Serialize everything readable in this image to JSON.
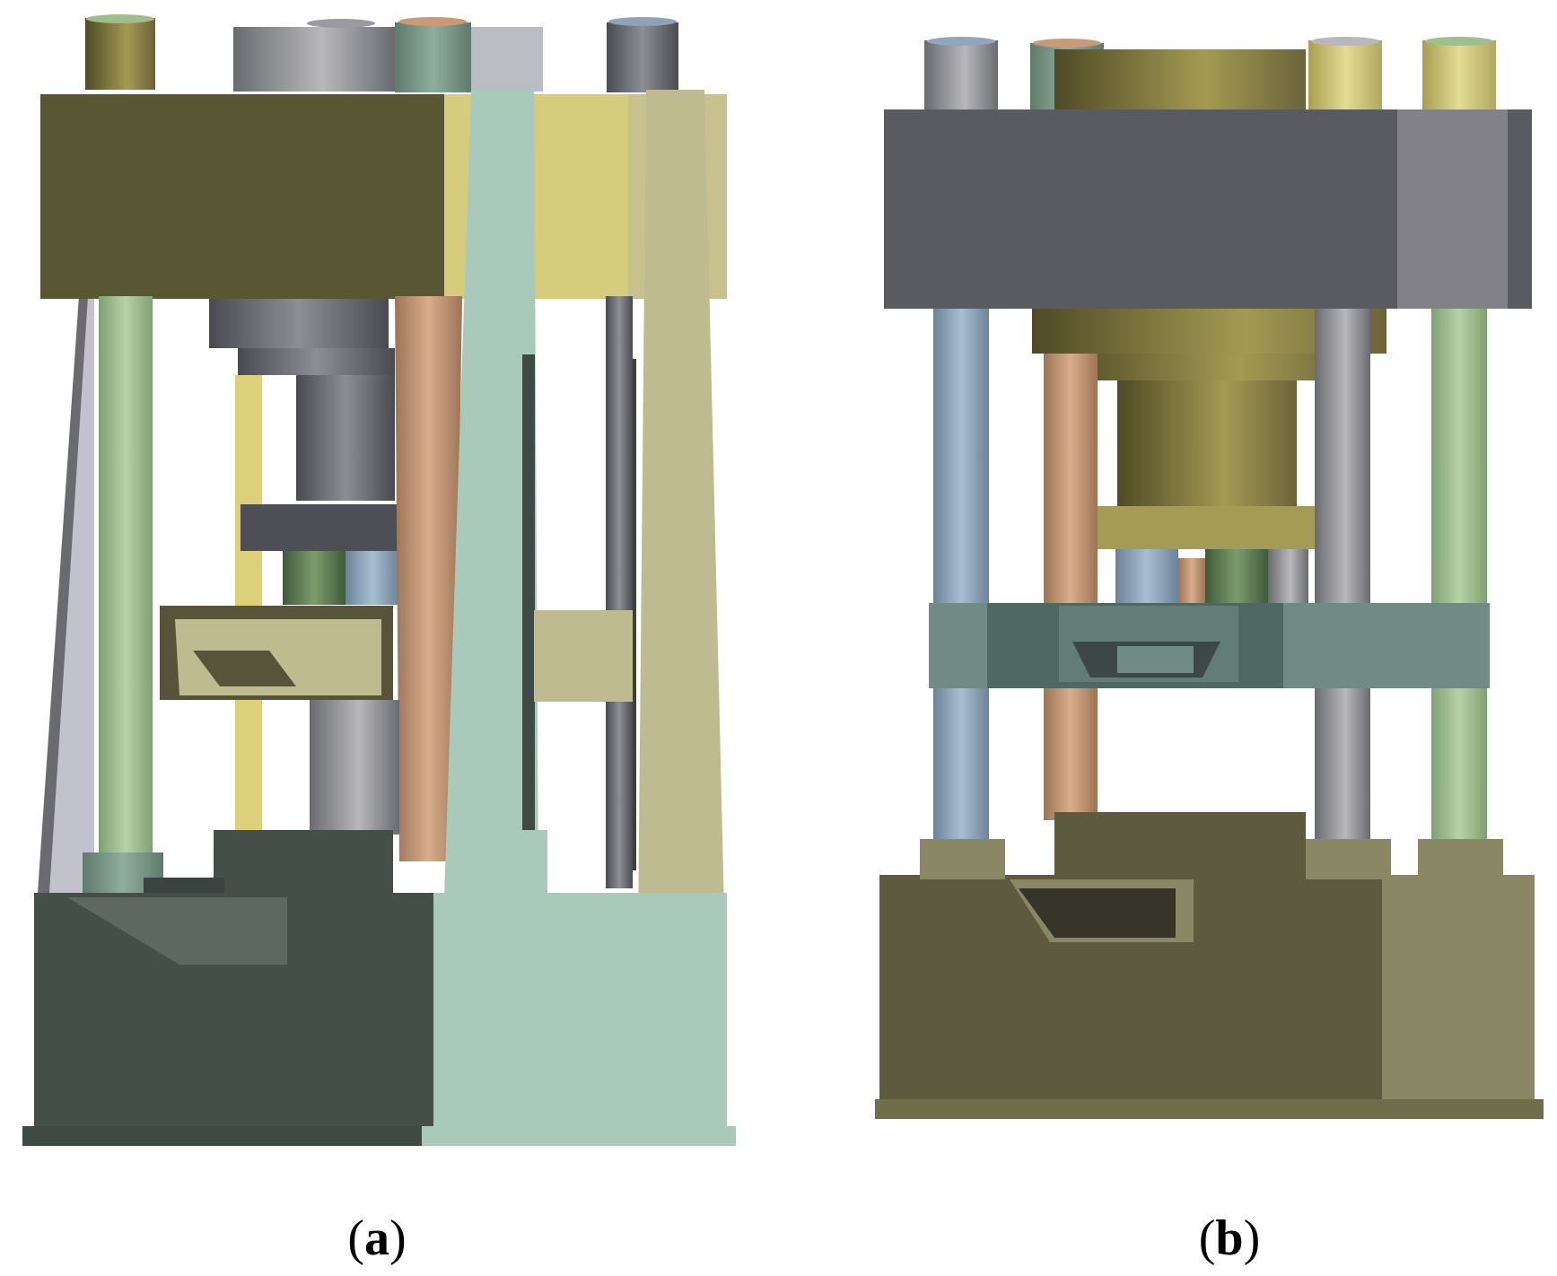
{
  "figure": {
    "panels": [
      {
        "id": "a",
        "label_open": "(",
        "label_letter": "a",
        "label_close": ")"
      },
      {
        "id": "b",
        "label_open": "(",
        "label_letter": "b",
        "label_close": ")"
      }
    ],
    "colors": {
      "olive_dark": "#595634",
      "olive_mid": "#5d5a40",
      "olive_light": "#8c8a5e",
      "yellow": "#d6cd7c",
      "khaki": "#bfbb90",
      "mint": "#a9c9bb",
      "green_column": "#9ebf8e",
      "dark_slate": "#444f49",
      "steel_gray": "#5a5b60",
      "blue_gray": "#8fa6bd",
      "copper": "#c79a78",
      "teal_block": "#6f8b83"
    }
  }
}
